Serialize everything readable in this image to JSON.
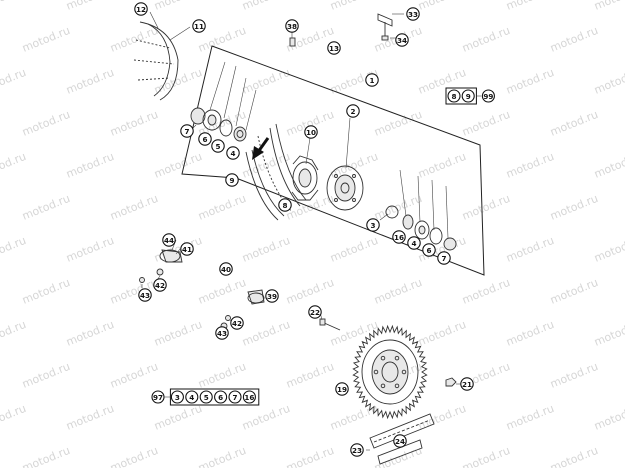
{
  "watermark": "motod.ru",
  "callouts": [
    {
      "id": "c12",
      "label": "12"
    },
    {
      "id": "c11",
      "label": "11"
    },
    {
      "id": "c38",
      "label": "38"
    },
    {
      "id": "c33",
      "label": "33"
    },
    {
      "id": "c34",
      "label": "34"
    },
    {
      "id": "c13",
      "label": "13"
    },
    {
      "id": "c1",
      "label": "1"
    },
    {
      "id": "c2",
      "label": "2"
    },
    {
      "id": "c7a",
      "label": "7"
    },
    {
      "id": "c6a",
      "label": "6"
    },
    {
      "id": "c5a",
      "label": "5"
    },
    {
      "id": "c4a",
      "label": "4"
    },
    {
      "id": "c9",
      "label": "9"
    },
    {
      "id": "c10",
      "label": "10"
    },
    {
      "id": "c8",
      "label": "8"
    },
    {
      "id": "c3",
      "label": "3"
    },
    {
      "id": "c16",
      "label": "16"
    },
    {
      "id": "c4b",
      "label": "4"
    },
    {
      "id": "c6b",
      "label": "6"
    },
    {
      "id": "c7b",
      "label": "7"
    },
    {
      "id": "c44",
      "label": "44"
    },
    {
      "id": "c41",
      "label": "41"
    },
    {
      "id": "c40",
      "label": "40"
    },
    {
      "id": "c42a",
      "label": "42"
    },
    {
      "id": "c43a",
      "label": "43"
    },
    {
      "id": "c39",
      "label": "39"
    },
    {
      "id": "c42b",
      "label": "42"
    },
    {
      "id": "c43b",
      "label": "43"
    },
    {
      "id": "c22",
      "label": "22"
    },
    {
      "id": "c19",
      "label": "19"
    },
    {
      "id": "c21",
      "label": "21"
    },
    {
      "id": "c24",
      "label": "24"
    },
    {
      "id": "c23",
      "label": "23"
    }
  ],
  "kit_top": {
    "items": [
      "8",
      "9"
    ],
    "kit": "99"
  },
  "kit_bottom": {
    "kit": "97",
    "items": [
      "3",
      "4",
      "5",
      "6",
      "7",
      "16"
    ]
  }
}
